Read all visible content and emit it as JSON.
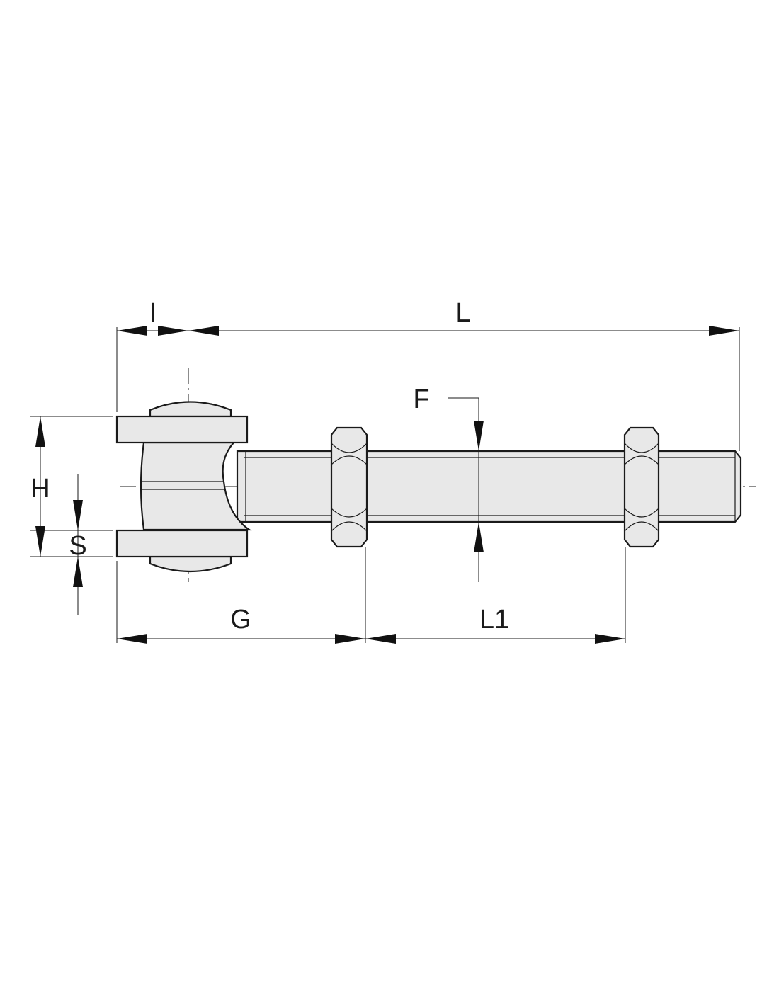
{
  "labels": {
    "I": "I",
    "L": "L",
    "F": "F",
    "H": "H",
    "S": "S",
    "G": "G",
    "L1": "L1"
  },
  "colors": {
    "line": "#1a1a1a",
    "fill": "#e8e8e8",
    "background": "#ffffff"
  }
}
